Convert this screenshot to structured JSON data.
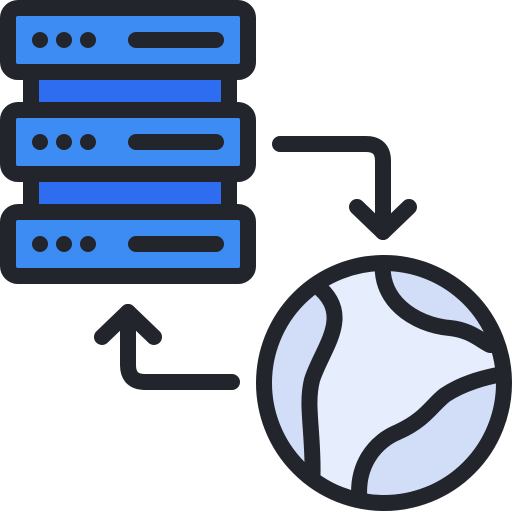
{
  "icon": {
    "name": "server-globe-sync-icon",
    "colors": {
      "outline": "#22252b",
      "server_panel": "#3d8cf4",
      "server_connector": "#2f6df0",
      "globe_ocean": "#e6edfd",
      "globe_land": "#d2def8",
      "background": "#ffffff"
    },
    "server_units": 3,
    "indicator_dots_per_unit": 3,
    "arrows": [
      {
        "name": "server-to-globe",
        "direction": "down"
      },
      {
        "name": "globe-to-server",
        "direction": "up"
      }
    ]
  }
}
